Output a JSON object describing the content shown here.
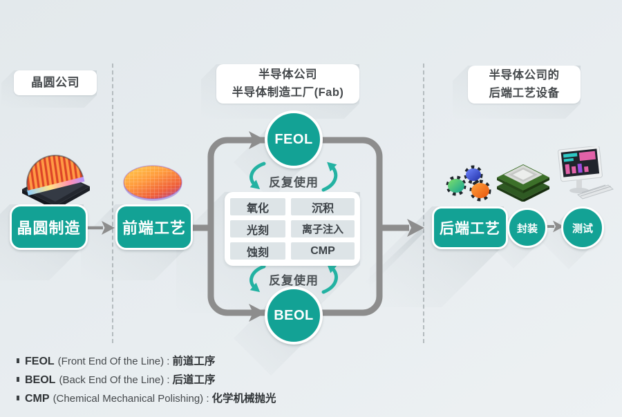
{
  "colors": {
    "teal": "#13a295",
    "teal_arrow": "#23b2a2",
    "arrow_grey": "#8d8d8d",
    "background": "#e8edf0",
    "cell_bg": "#dde4e7"
  },
  "headers": {
    "wafer_company": "晶圆公司",
    "fab_line1": "半导体公司",
    "fab_line2": "半导体制造工厂(Fab)",
    "backend_line1": "半导体公司的",
    "backend_line2": "后端工艺设备"
  },
  "nodes": {
    "wafer_mfg": "晶圆制造",
    "front_end": "前端工艺",
    "feol": "FEOL",
    "beol": "BEOL",
    "repeat_top": "反复使用",
    "repeat_bottom": "反复使用",
    "back_end": "后端工艺",
    "packaging": "封装",
    "testing": "测试"
  },
  "process_box": {
    "steps": [
      [
        "氧化",
        "沉积"
      ],
      [
        "光刻",
        "离子注入"
      ],
      [
        "蚀刻",
        "CMP"
      ]
    ]
  },
  "legend": [
    {
      "term": "FEOL",
      "desc": "(Front End Of the Line) :",
      "zh": "前道工序"
    },
    {
      "term": "BEOL",
      "desc": "(Back End Of the Line) :",
      "zh": "后道工序"
    },
    {
      "term": "CMP",
      "desc": "(Chemical Mechanical Polishing) :",
      "zh": "化学机械抛光"
    }
  ],
  "icons": {
    "wafer_stack": "wafer-cassette-icon",
    "wafer": "patterned-wafer-icon",
    "gears": "process-gears-icon",
    "cpu": "packaged-chip-icon",
    "computer": "test-computer-icon"
  }
}
